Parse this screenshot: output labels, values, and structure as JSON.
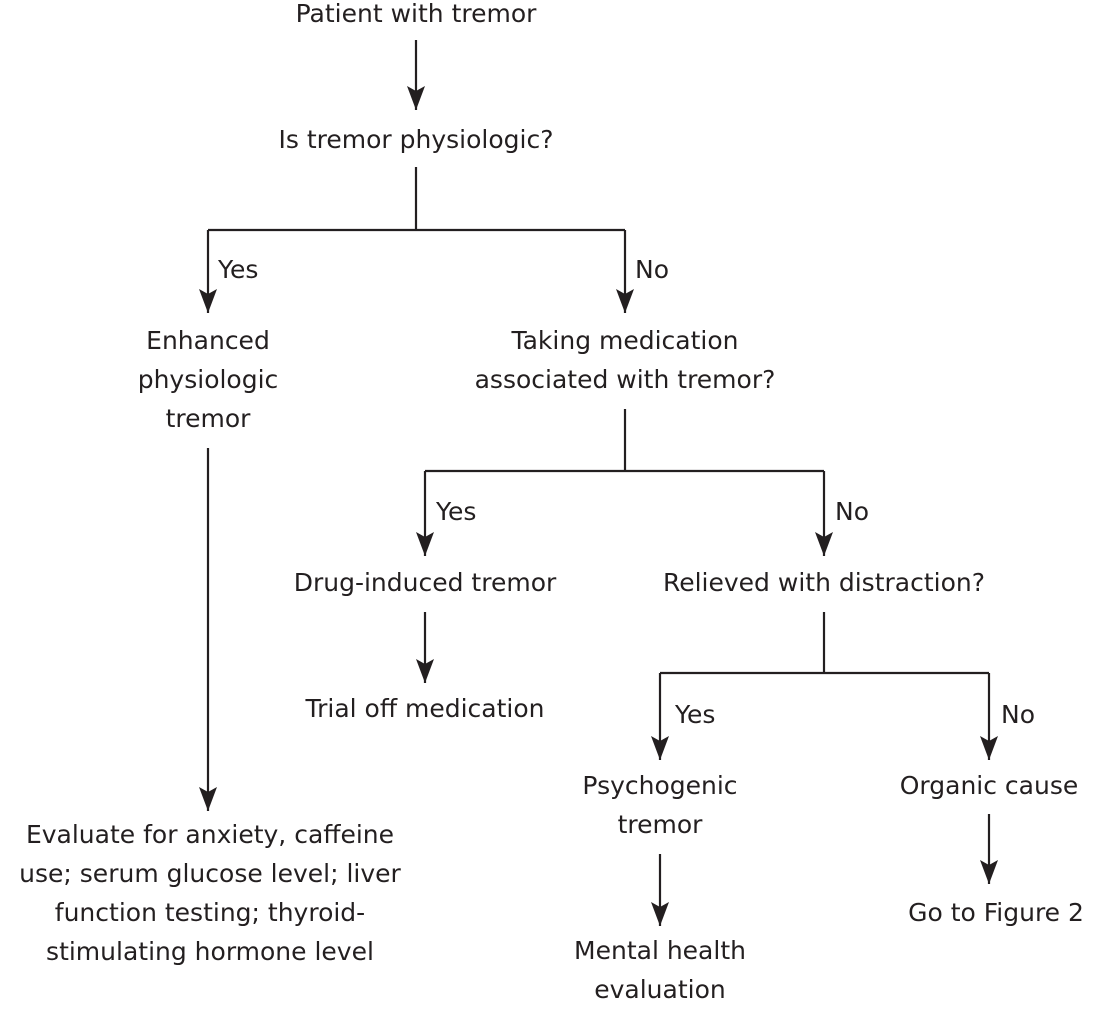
{
  "diagram": {
    "nodes": {
      "start": [
        "Patient with tremor"
      ],
      "q_physiologic": [
        "Is tremor physiologic?"
      ],
      "enhanced": [
        "Enhanced",
        "physiologic",
        "tremor"
      ],
      "q_medication": [
        "Taking medication",
        "associated with tremor?"
      ],
      "drug_induced": [
        "Drug-induced tremor"
      ],
      "trial_off": [
        "Trial off medication"
      ],
      "q_distraction": [
        "Relieved with distraction?"
      ],
      "psychogenic": [
        "Psychogenic",
        "tremor"
      ],
      "organic": [
        "Organic cause"
      ],
      "mental_health": [
        "Mental health",
        "evaluation"
      ],
      "figure2": [
        "Go to Figure 2"
      ],
      "evaluate": [
        "Evaluate for anxiety, caffeine",
        "use; serum glucose level; liver",
        "function testing; thyroid-",
        "stimulating hormone level"
      ]
    },
    "edge_labels": {
      "physiologic_yes": "Yes",
      "physiologic_no": "No",
      "medication_yes": "Yes",
      "medication_no": "No",
      "distraction_yes": "Yes",
      "distraction_no": "No"
    }
  }
}
